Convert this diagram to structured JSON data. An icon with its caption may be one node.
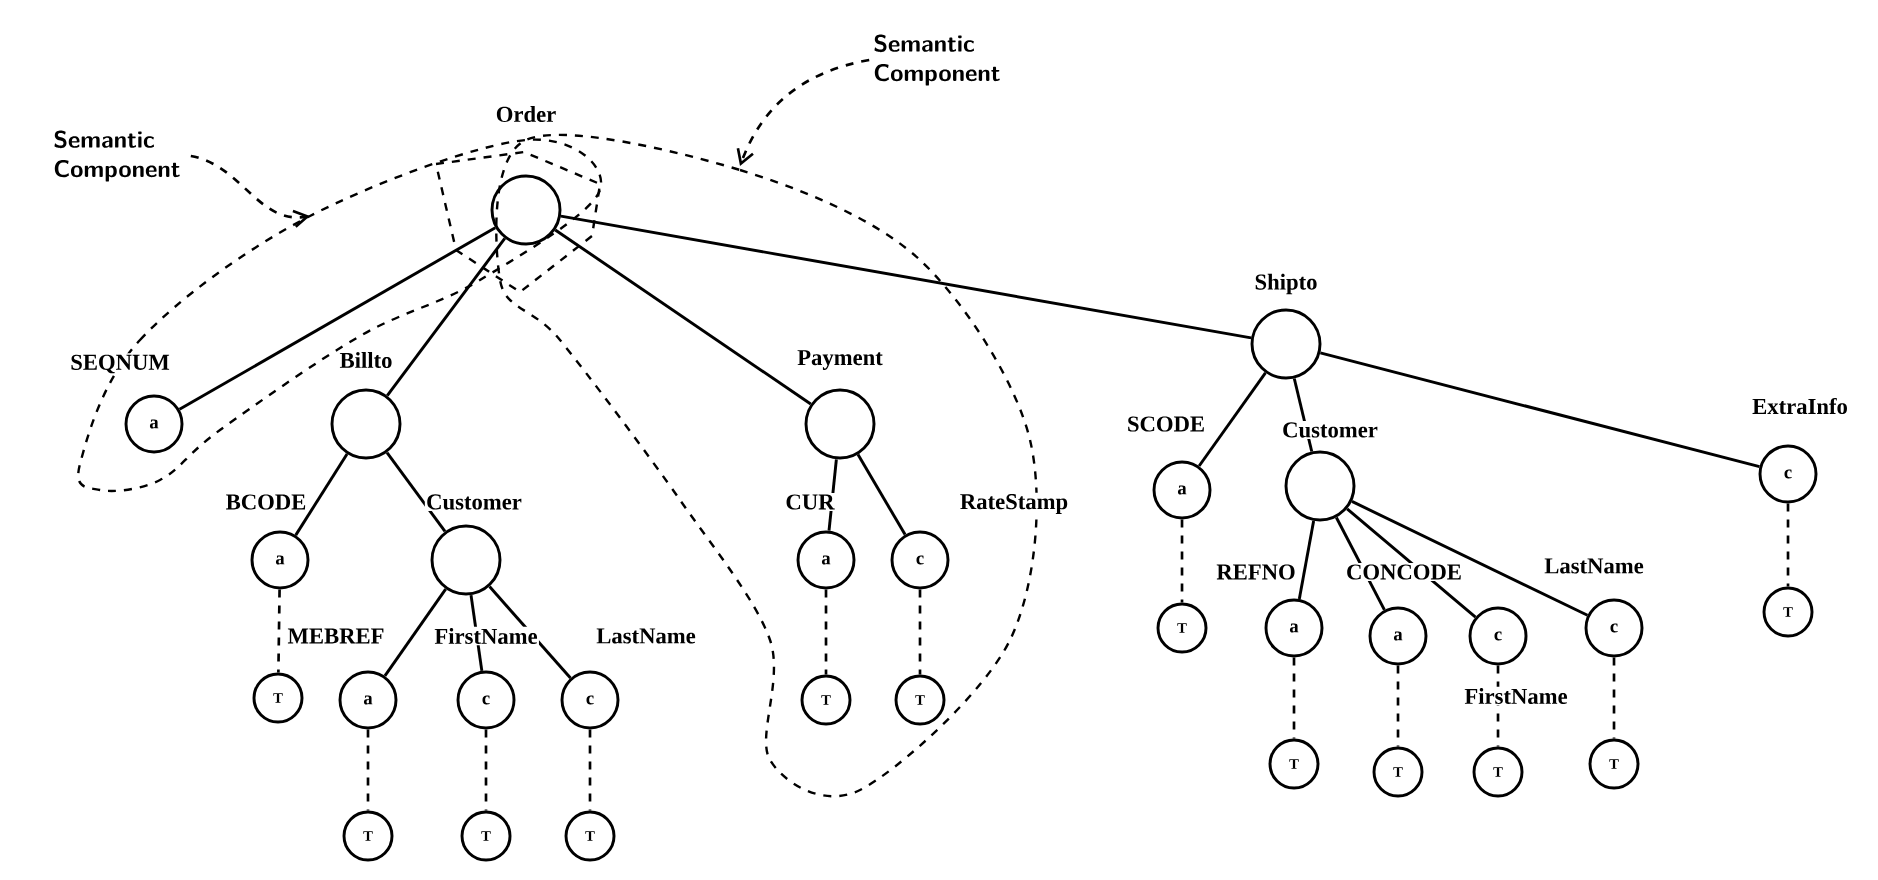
{
  "diagram": {
    "nodes": [
      {
        "text": [],
        "shape": "circle",
        "beside": [
          "Order"
        ]
      },
      {
        "text": [
          "a"
        ],
        "beside": [
          "SEQNUM"
        ]
      },
      {
        "text": [],
        "shape": "circle",
        "beside": [
          "Billto"
        ]
      },
      {
        "text": [],
        "shape": "circle",
        "beside": [
          "Payment"
        ]
      },
      {
        "text": [],
        "shape": "circle",
        "beside": [
          "Shipto"
        ]
      },
      {
        "text": [
          "a"
        ],
        "beside": [
          "BCODE"
        ]
      },
      {
        "text": [],
        "shape": "circle",
        "beside": [
          "Customer"
        ]
      },
      {
        "text": [
          "a"
        ],
        "beside": [
          "CUR"
        ]
      },
      {
        "text": [
          "c"
        ],
        "beside": [
          "RateStamp"
        ]
      },
      {
        "text": [
          "a"
        ],
        "beside": [
          "SCODE"
        ]
      },
      {
        "text": [],
        "shape": "circle",
        "beside": [
          "Customer"
        ]
      },
      {
        "text": [
          "c"
        ],
        "beside": [
          "ExtraInfo"
        ]
      },
      {
        "text": [
          "T"
        ]
      },
      {
        "text": [
          "a"
        ],
        "beside": [
          "MEBREF"
        ]
      },
      {
        "text": [
          "c"
        ],
        "beside": [
          "FirstName"
        ]
      },
      {
        "text": [
          "c"
        ],
        "beside": [
          "LastName"
        ]
      },
      {
        "text": [
          "T"
        ]
      },
      {
        "text": [
          "T"
        ]
      },
      {
        "text": [
          "T"
        ]
      },
      {
        "text": [
          "a"
        ],
        "beside": [
          "REFNO"
        ]
      },
      {
        "text": [
          "a"
        ],
        "beside": [
          "CONCODE"
        ]
      },
      {
        "text": [
          "c"
        ],
        "beside": [
          "FirstName"
        ]
      },
      {
        "text": [
          "c"
        ],
        "beside": [
          "LastName"
        ]
      },
      {
        "text": [
          "T"
        ]
      },
      {
        "text": [
          "T"
        ]
      },
      {
        "text": [
          "T"
        ]
      },
      {
        "text": [
          "T"
        ]
      },
      {
        "text": [
          "T"
        ]
      },
      {
        "text": [
          "T"
        ]
      },
      {
        "text": [
          "T"
        ]
      },
      {
        "text": [
          "T"
        ]
      },
      {
        "text": [
          "Semantic Component"
        ]
      },
      {
        "text": [
          "Semantic Component"
        ]
      }
    ],
    "edges": [
      {
        "from": 0,
        "to": 1,
        "arrow": "none"
      },
      {
        "from": 0,
        "to": 2,
        "arrow": "none"
      },
      {
        "from": 0,
        "to": 3,
        "arrow": "none"
      },
      {
        "from": 0,
        "to": 4,
        "arrow": "none"
      },
      {
        "from": 2,
        "to": 5,
        "arrow": "none"
      },
      {
        "from": 2,
        "to": 6,
        "arrow": "none"
      },
      {
        "from": 3,
        "to": 7,
        "arrow": "none"
      },
      {
        "from": 3,
        "to": 8,
        "arrow": "none"
      },
      {
        "from": 4,
        "to": 9,
        "arrow": "none"
      },
      {
        "from": 4,
        "to": 10,
        "arrow": "none"
      },
      {
        "from": 4,
        "to": 11,
        "arrow": "none"
      },
      {
        "from": 6,
        "to": 13,
        "arrow": "none"
      },
      {
        "from": 6,
        "to": 14,
        "arrow": "none"
      },
      {
        "from": 6,
        "to": 15,
        "arrow": "none"
      },
      {
        "from": 10,
        "to": 19,
        "arrow": "none"
      },
      {
        "from": 10,
        "to": 20,
        "arrow": "none"
      },
      {
        "from": 10,
        "to": 21,
        "arrow": "none"
      },
      {
        "from": 10,
        "to": 22,
        "arrow": "none"
      },
      {
        "from": 5,
        "to": 12,
        "arrow": "none",
        "style": "dashed"
      },
      {
        "from": 7,
        "to": 16,
        "arrow": "none",
        "style": "dashed"
      },
      {
        "from": 8,
        "to": 17,
        "arrow": "none",
        "style": "dashed"
      },
      {
        "from": 9,
        "to": 18,
        "arrow": "none",
        "style": "dashed"
      },
      {
        "from": 11,
        "to": 23,
        "arrow": "none",
        "style": "dashed"
      },
      {
        "from": 13,
        "to": 24,
        "arrow": "none",
        "style": "dashed"
      },
      {
        "from": 14,
        "to": 25,
        "arrow": "none",
        "style": "dashed"
      },
      {
        "from": 15,
        "to": 26,
        "arrow": "none",
        "style": "dashed"
      },
      {
        "from": 19,
        "to": 27,
        "arrow": "none",
        "style": "dashed"
      },
      {
        "from": 20,
        "to": 28,
        "arrow": "none",
        "style": "dashed"
      },
      {
        "from": 21,
        "to": 29,
        "arrow": "none",
        "style": "dashed"
      },
      {
        "from": 22,
        "to": 30,
        "arrow": "none",
        "style": "dashed"
      },
      {
        "from": 31,
        "to": null,
        "arrow": "to",
        "style": "dashed"
      },
      {
        "from": 32,
        "to": null,
        "arrow": "to",
        "style": "dashed"
      }
    ]
  }
}
